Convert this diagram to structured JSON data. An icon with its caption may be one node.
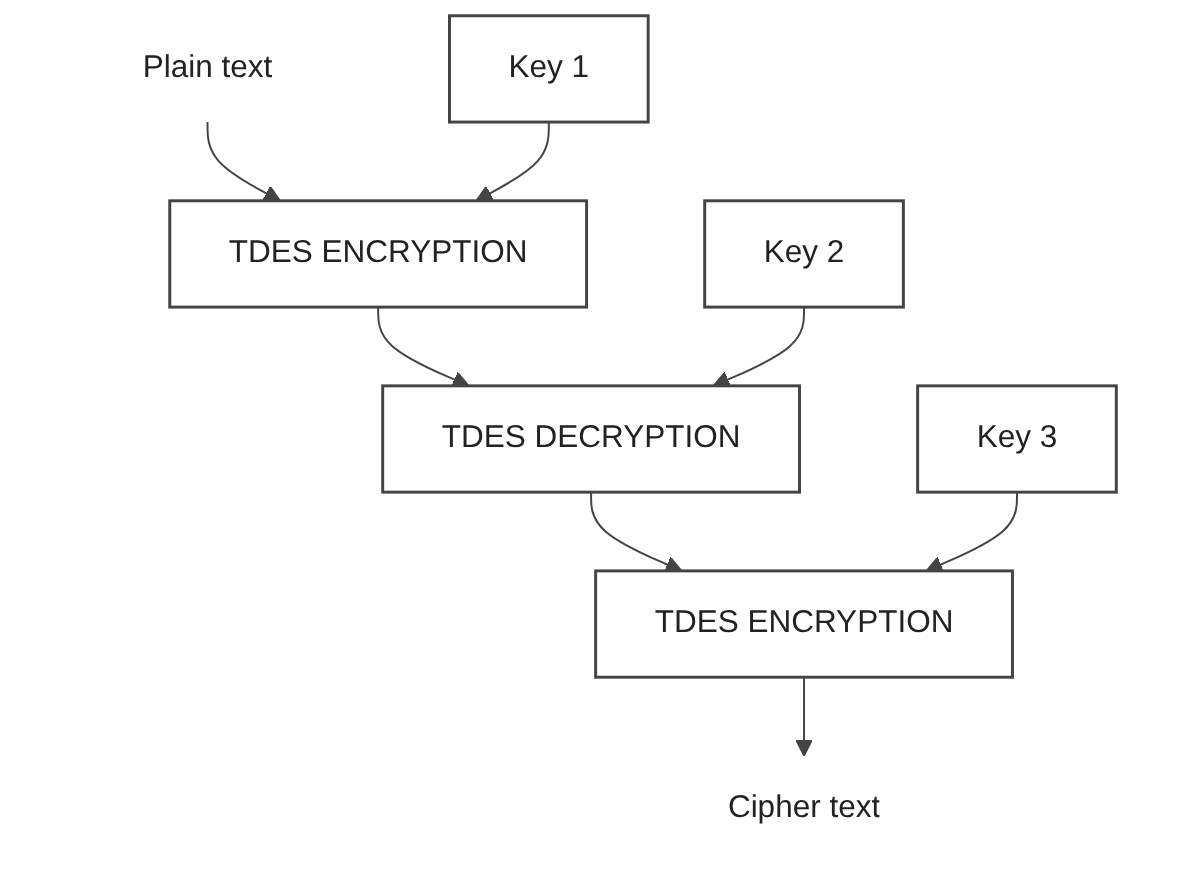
{
  "diagram": {
    "nodes": [
      {
        "text": [
          "Plain text"
        ]
      },
      {
        "text": [
          "TDES ENCRYPTION"
        ]
      },
      {
        "text": [
          "Key 1"
        ]
      },
      {
        "text": [
          "TDES DECRYPTION"
        ]
      },
      {
        "text": [
          "Key 2"
        ]
      },
      {
        "text": [
          "TDES ENCRYPTION"
        ]
      },
      {
        "text": [
          "Key 3"
        ]
      },
      {
        "text": [
          "Cipher text"
        ]
      }
    ],
    "edges": [
      {
        "from": 0,
        "to": 1,
        "arrow": "to"
      },
      {
        "from": 2,
        "to": 1,
        "arrow": "to"
      },
      {
        "from": 1,
        "to": 3,
        "arrow": "to"
      },
      {
        "from": 4,
        "to": 3,
        "arrow": "to"
      },
      {
        "from": 3,
        "to": 5,
        "arrow": "to"
      },
      {
        "from": 6,
        "to": 5,
        "arrow": "to"
      },
      {
        "from": 5,
        "to": 7,
        "arrow": "to"
      }
    ]
  }
}
